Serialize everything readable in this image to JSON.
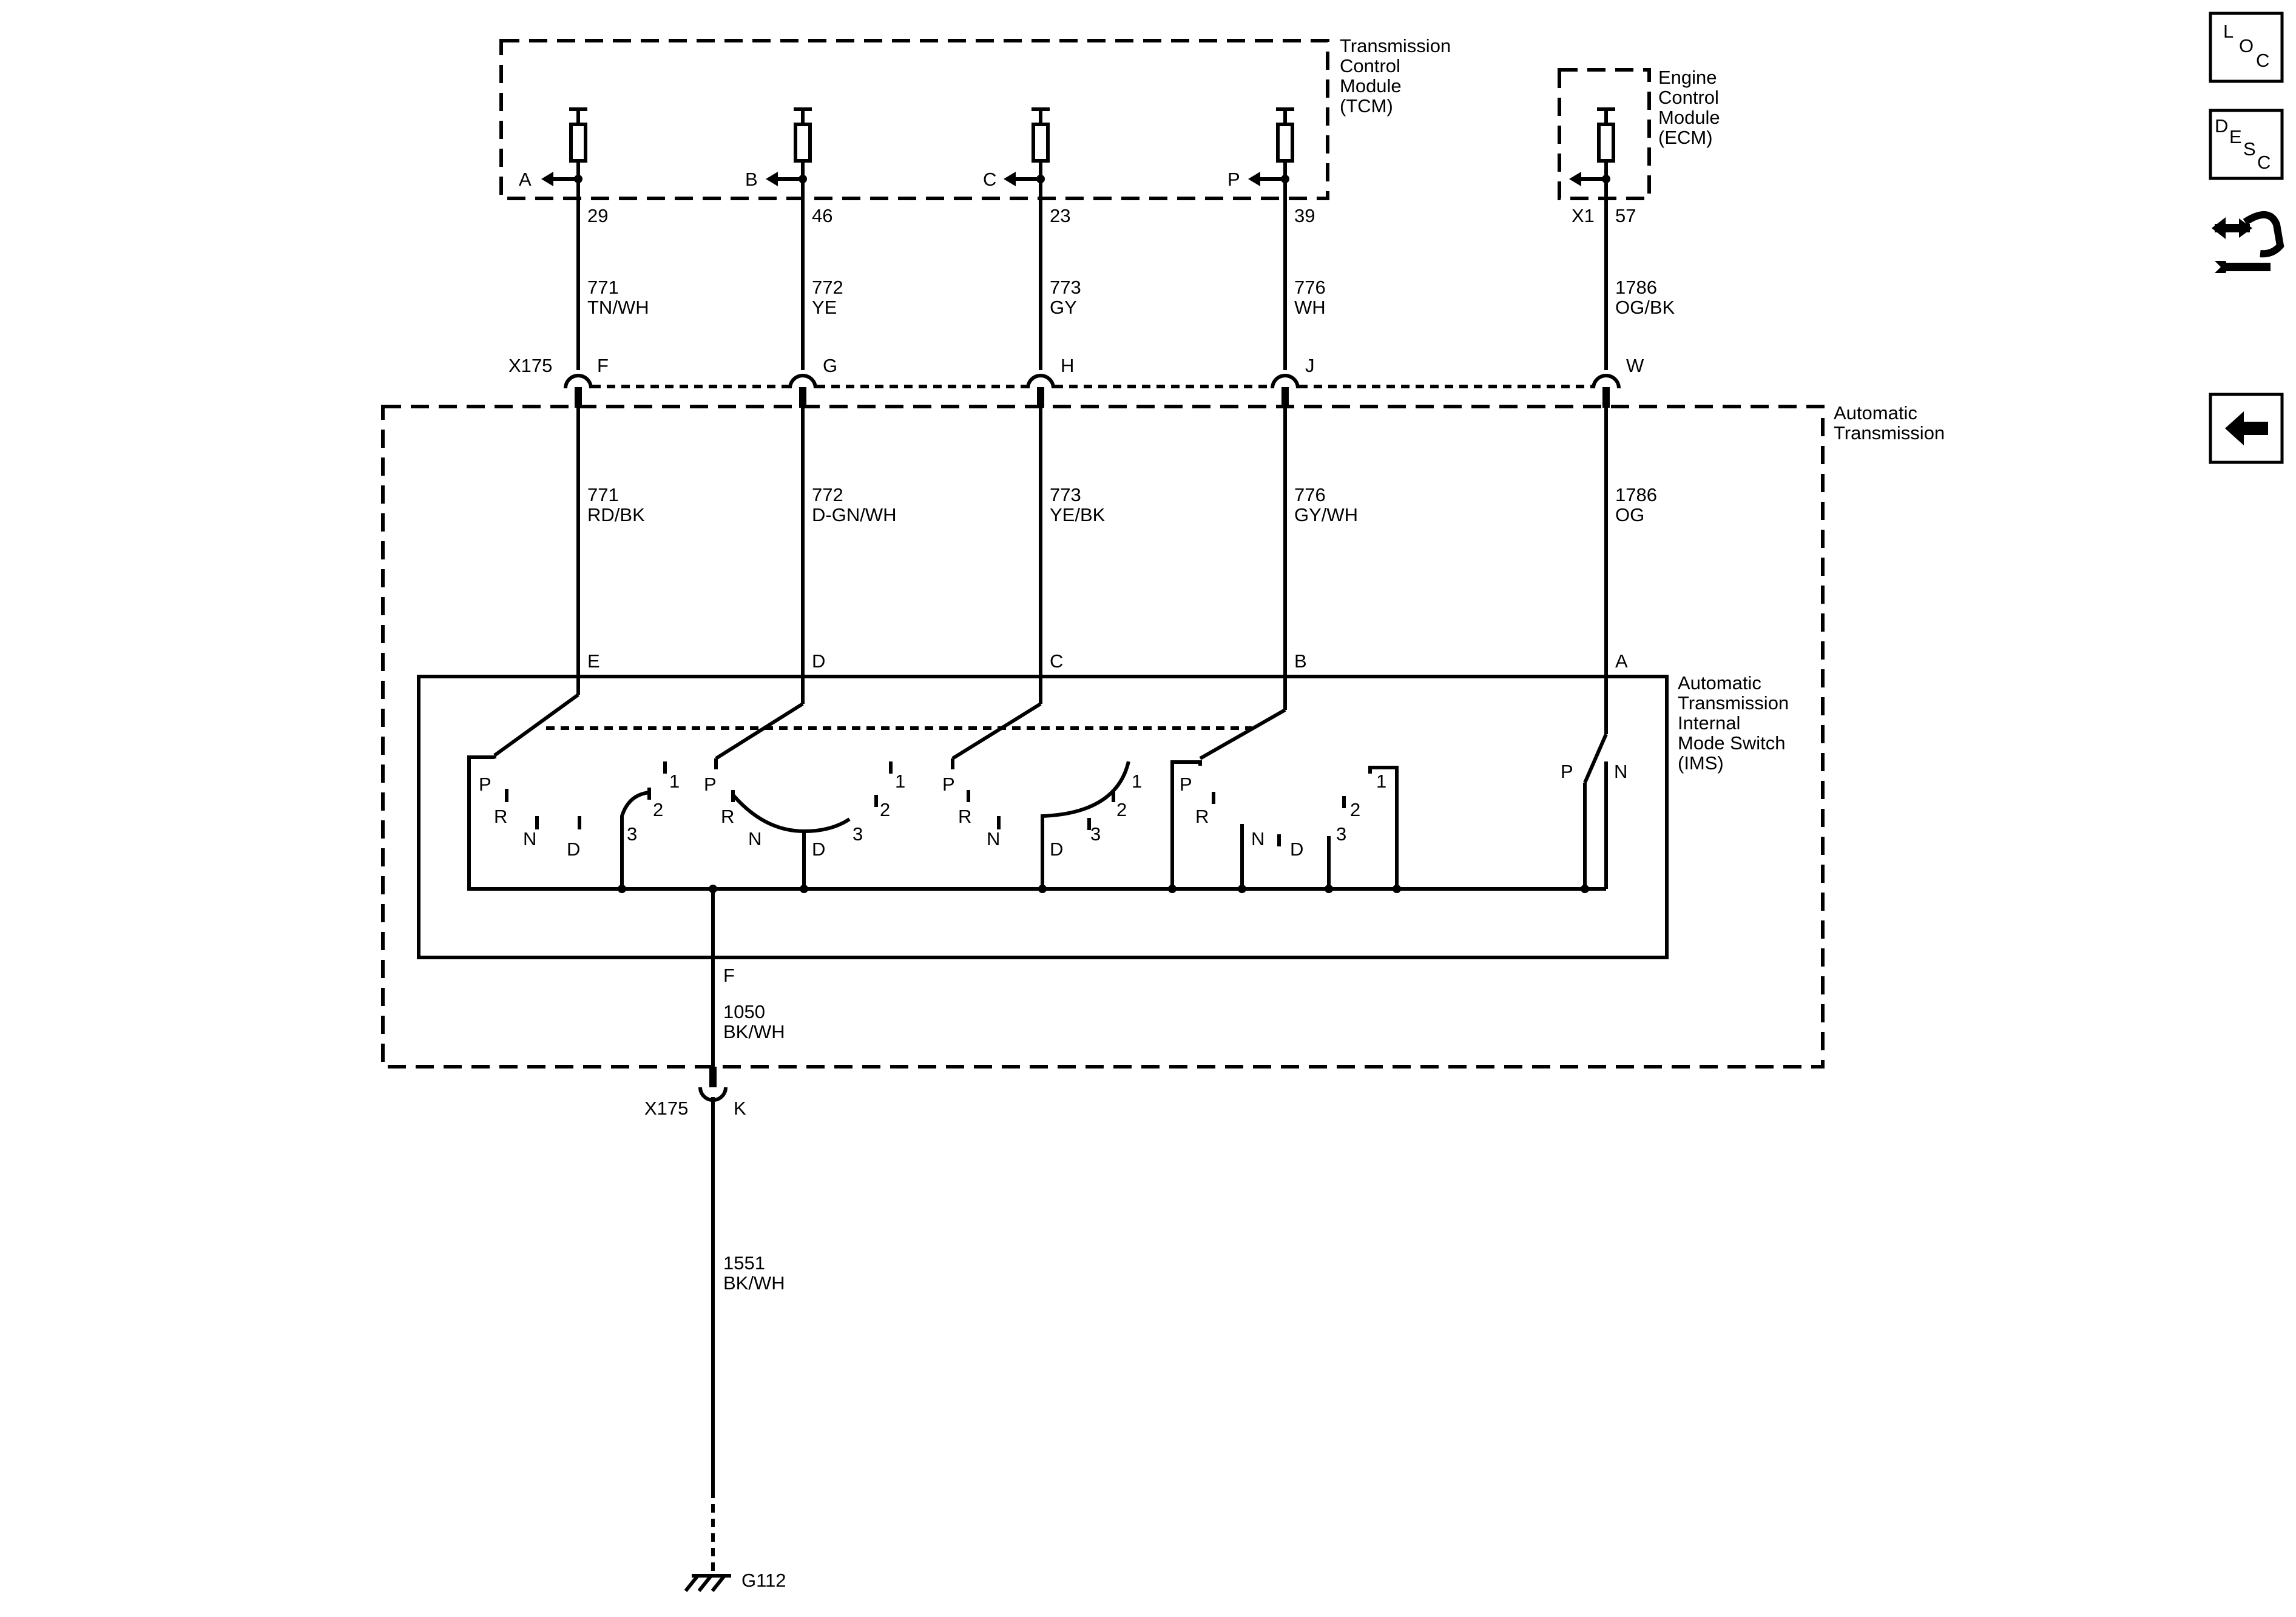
{
  "modules": {
    "tcm": [
      "Transmission",
      "Control",
      "Module",
      "(TCM)"
    ],
    "ecm": [
      "Engine",
      "Control",
      "Module",
      "(ECM)"
    ],
    "trans": [
      "Automatic",
      "Transmission"
    ],
    "ims": [
      "Automatic",
      "Transmission",
      "Internal",
      "Mode Switch",
      "(IMS)"
    ]
  },
  "tcm_inputs": [
    {
      "letter": "A",
      "pin": "29"
    },
    {
      "letter": "B",
      "pin": "46"
    },
    {
      "letter": "C",
      "pin": "23"
    },
    {
      "letter": "P",
      "pin": "39"
    }
  ],
  "ecm_input": {
    "connector": "X1",
    "pin": "57"
  },
  "upper_wires": [
    {
      "circuit": "771",
      "color": "TN/WH"
    },
    {
      "circuit": "772",
      "color": "YE"
    },
    {
      "circuit": "773",
      "color": "GY"
    },
    {
      "circuit": "776",
      "color": "WH"
    },
    {
      "circuit": "1786",
      "color": "OG/BK"
    }
  ],
  "connector_x175": {
    "name": "X175",
    "pins": [
      "F",
      "G",
      "H",
      "J",
      "W"
    ]
  },
  "lower_wires": [
    {
      "circuit": "771",
      "color": "RD/BK"
    },
    {
      "circuit": "772",
      "color": "D-GN/WH"
    },
    {
      "circuit": "773",
      "color": "YE/BK"
    },
    {
      "circuit": "776",
      "color": "GY/WH"
    },
    {
      "circuit": "1786",
      "color": "OG"
    }
  ],
  "ims_pins": [
    "E",
    "D",
    "C",
    "B",
    "A"
  ],
  "ims_ground_pin": "F",
  "switch_labels": {
    "s1": [
      "P",
      "R",
      "N",
      "D",
      "3",
      "2",
      "1"
    ],
    "s2": [
      "P",
      "R",
      "N",
      "D",
      "3",
      "2",
      "1"
    ],
    "s3": [
      "P",
      "R",
      "N",
      "D",
      "3",
      "2",
      "1"
    ],
    "s4": [
      "P",
      "R",
      "N",
      "D",
      "3",
      "2",
      "1"
    ],
    "s5": [
      "P",
      "N"
    ]
  },
  "ground_wire_upper": {
    "circuit": "1050",
    "color": "BK/WH"
  },
  "ground_connector": {
    "name": "X175",
    "pin": "K"
  },
  "ground_wire_lower": {
    "circuit": "1551",
    "color": "BK/WH"
  },
  "ground": "G112",
  "sidebar": {
    "loc": [
      "L",
      "O",
      "C"
    ],
    "desc": [
      "D",
      "E",
      "S",
      "C"
    ]
  },
  "icons": [
    "loc-button-icon",
    "desc-button-icon",
    "connector-tool-icon",
    "back-arrow-icon"
  ]
}
